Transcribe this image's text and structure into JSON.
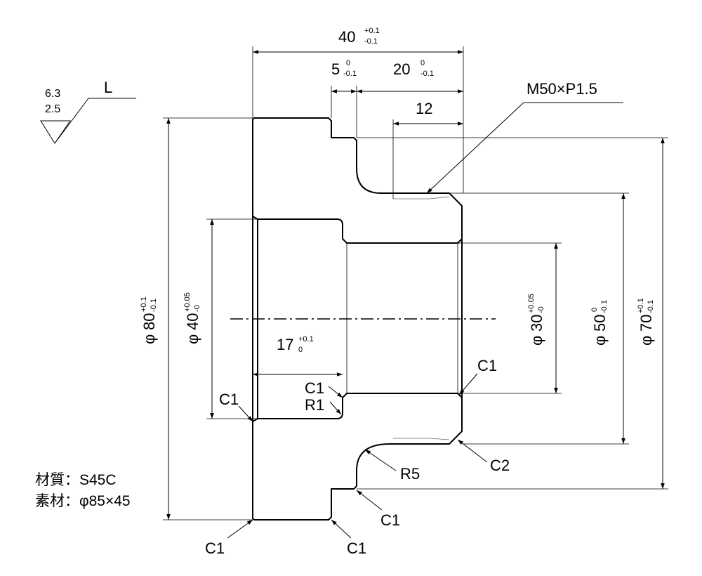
{
  "surface_symbol": {
    "upper": "6.3",
    "lower": "2.5",
    "lay": "L"
  },
  "thread": "M50×P1.5",
  "length_dims": {
    "overall": {
      "value": "40",
      "upper": "+0.1",
      "lower": "-0.1"
    },
    "groove": {
      "value": "5",
      "upper": "0",
      "lower": "-0.1"
    },
    "neck": {
      "value": "20",
      "upper": "0",
      "lower": "-0.1"
    },
    "thread_len": {
      "value": "12"
    },
    "bore_depth": {
      "value": "17",
      "upper": "+0.1",
      "lower": "0"
    }
  },
  "diameter_dims": {
    "d80": {
      "prefix": "φ",
      "value": "80",
      "upper": "+0.1",
      "lower": "-0.1"
    },
    "d40": {
      "prefix": "φ",
      "value": "40",
      "upper": "+0.05",
      "lower": "-0"
    },
    "d30": {
      "prefix": "φ",
      "value": "30",
      "upper": "+0.05",
      "lower": "-0"
    },
    "d50": {
      "prefix": "φ",
      "value": "50",
      "upper": "0",
      "lower": "-0.1"
    },
    "d70": {
      "prefix": "φ",
      "value": "70",
      "upper": "+0.1",
      "lower": "-0.1"
    }
  },
  "callouts": {
    "c1_bore_left": "C1",
    "c1_step": "C1",
    "r1_step": "R1",
    "c1_bore_right": "C1",
    "c1_neck": "C1",
    "r5": "R5",
    "c2": "C2",
    "c1_bottom_left": "C1",
    "c1_bottom_mid": "C1"
  },
  "notes": {
    "material": "材質：S45C",
    "stock": "素材：φ85×45"
  }
}
